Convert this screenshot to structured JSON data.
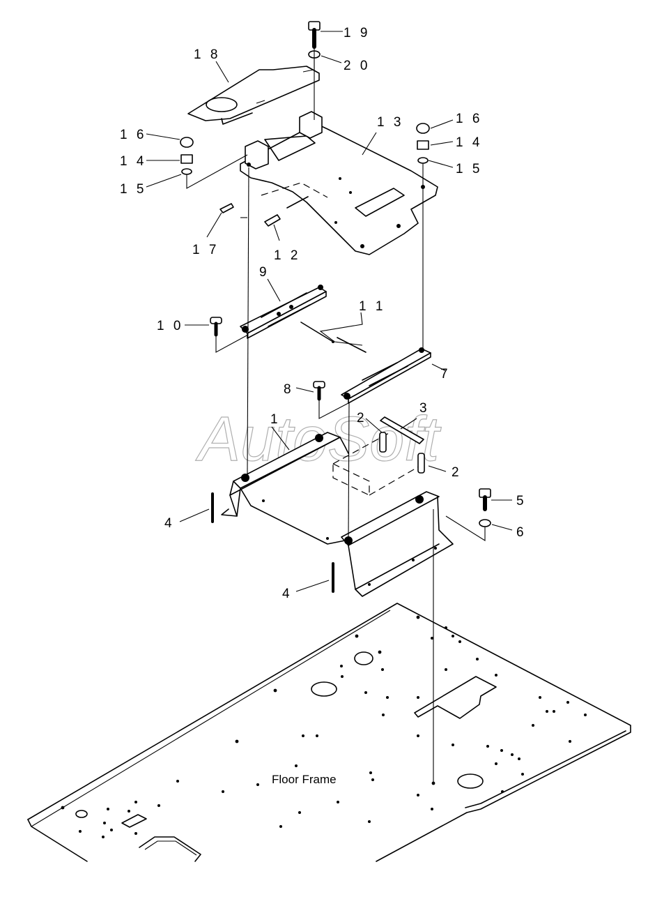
{
  "labels": {
    "p1": "1",
    "p2a": "2",
    "p2b": "2",
    "p3": "3",
    "p4a": "4",
    "p4b": "4",
    "p5": "5",
    "p6": "6",
    "p7": "7",
    "p8": "8",
    "p9": "9",
    "p10": "1 0",
    "p11": "1 1",
    "p12": "1 2",
    "p13": "1 3",
    "p14a": "1 4",
    "p14b": "1 4",
    "p15a": "1 5",
    "p15b": "1 5",
    "p16a": "1 6",
    "p16b": "1 6",
    "p17": "1 7",
    "p18": "1 8",
    "p19": "1 9",
    "p20": "2 0"
  },
  "floor_frame_label": "Floor Frame",
  "watermark": "AutoSoft"
}
